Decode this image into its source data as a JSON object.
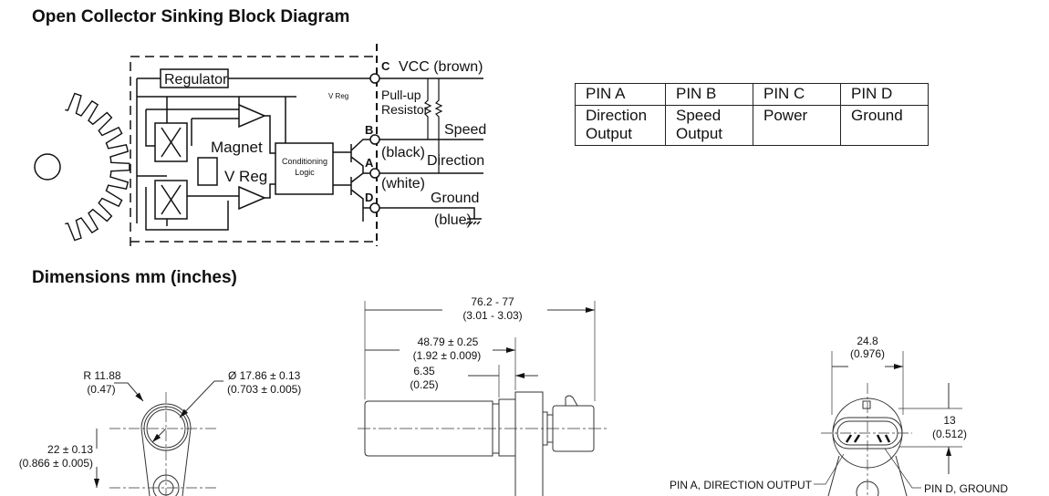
{
  "block_diagram": {
    "title": "Open Collector Sinking Block Diagram",
    "regulator": "Regulator",
    "vreg_label": "V Reg",
    "magnet": "Magnet",
    "vreg_block": "V Reg",
    "conditioning_1": "Conditioning",
    "conditioning_2": "Logic",
    "pullup_1": "Pull-up",
    "pullup_2": "Resistor",
    "pins": {
      "c": "C",
      "b": "B",
      "a": "A",
      "d": "D"
    },
    "wires": {
      "vcc": "VCC (brown)",
      "speed": "Speed",
      "black": "(black)",
      "direction": "Direction",
      "white": "(white)",
      "ground": "Ground",
      "blue": "(blue)"
    }
  },
  "pin_table": {
    "headers": [
      "PIN A",
      "PIN B",
      "PIN C",
      "PIN D"
    ],
    "rows": [
      [
        "Direction",
        "Speed",
        "Power",
        "Ground"
      ],
      [
        "Output",
        "Output",
        "",
        ""
      ]
    ]
  },
  "dimensions": {
    "title": "Dimensions mm (inches)",
    "radius_mm": "R 11.88",
    "radius_in": "(0.47)",
    "diameter_mm": "Ø 17.86 ± 0.13",
    "diameter_in": "(0.703 ± 0.005)",
    "hole_spacing_mm": "22 ± 0.13",
    "hole_spacing_in": "(0.866 ± 0.005)",
    "overall_length_mm": "76.2 - 77",
    "overall_length_in": "(3.01 - 3.03)",
    "body_length_mm": "48.79 ± 0.25",
    "body_length_in": "(1.92 ± 0.009)",
    "flange_mm": "6.35",
    "flange_in": "(0.25)",
    "width_mm": "24.8",
    "width_in": "(0.976)",
    "connector_mm": "13",
    "connector_in": "(0.512)",
    "pin_a_callout": "PIN A, DIRECTION OUTPUT",
    "pin_d_callout": "PIN D, GROUND"
  }
}
